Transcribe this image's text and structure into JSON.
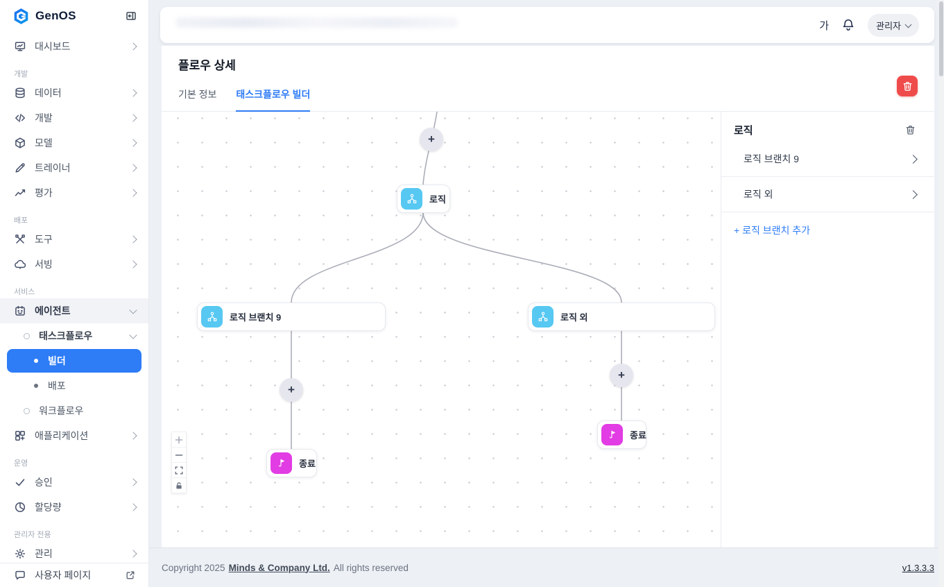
{
  "app": {
    "logo_text": "GenOS"
  },
  "sidebar": {
    "sections": {
      "dev": "개발",
      "deploy": "배포",
      "service": "서비스",
      "ops": "운영",
      "admin": "관리자 전용"
    },
    "items": {
      "dashboard": "대시보드",
      "data": "데이터",
      "develop": "개발",
      "model": "모델",
      "trainer": "트레이너",
      "eval": "평가",
      "tools": "도구",
      "serving": "서빙",
      "agent": "에이전트",
      "taskflow": "태스크플로우",
      "builder": "빌더",
      "deploy": "배포",
      "workflow": "워크플로우",
      "application": "애플리케이션",
      "approval": "승인",
      "quota": "할당량",
      "manage": "관리",
      "user_page": "사용자 페이지"
    }
  },
  "header": {
    "font_size_button": "가",
    "profile": "관리자"
  },
  "page": {
    "title": "플로우 상세",
    "tab_basic": "기본 정보",
    "tab_builder": "태스크플로우 빌더"
  },
  "canvas": {
    "plus_label": "+",
    "node_logic": "로직",
    "node_branch9": "로직 브랜치 9",
    "node_branch_else": "로직 외",
    "node_end_left": "종료",
    "node_end_right": "종료"
  },
  "panel": {
    "title": "로직",
    "branch1": "로직 브랜치 9",
    "branch2": "로직 외",
    "add_branch": "+ 로직 브랜치 추가"
  },
  "footer": {
    "copyright_prefix": "Copyright 2025",
    "company": "Minds & Company Ltd.",
    "copyright_suffix": "All rights reserved",
    "version": "v1.3.3.3"
  },
  "colors": {
    "accent": "#2E7CF6",
    "danger": "#EF4B4B",
    "logic_icon": "#57C8F2",
    "end_icon": "#E23CE4"
  }
}
